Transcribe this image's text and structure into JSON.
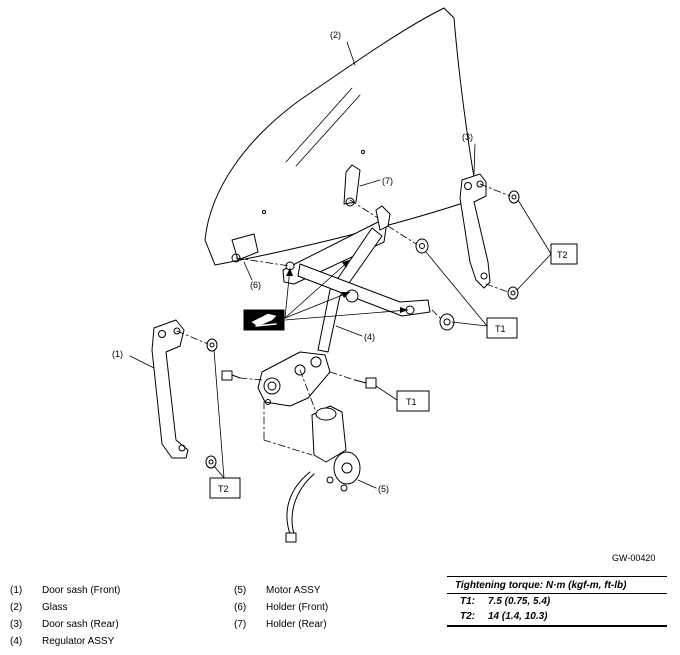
{
  "figure": {
    "code": "GW-00420",
    "callouts": {
      "c1": "(1)",
      "c2": "(2)",
      "c3": "(3)",
      "c4": "(4)",
      "c5": "(5)",
      "c6": "(6)",
      "c7": "(7)"
    },
    "torque_tags": {
      "t1_upper": "T1",
      "t1_lower": "T1",
      "t2_right": "T2",
      "t2_left": "T2"
    },
    "grease_icon": "grease-application-icon"
  },
  "legend": {
    "col1": [
      {
        "num": "(1)",
        "label": "Door sash (Front)"
      },
      {
        "num": "(2)",
        "label": "Glass"
      },
      {
        "num": "(3)",
        "label": "Door sash (Rear)"
      },
      {
        "num": "(4)",
        "label": "Regulator ASSY"
      }
    ],
    "col2": [
      {
        "num": "(5)",
        "label": "Motor ASSY"
      },
      {
        "num": "(6)",
        "label": "Holder (Front)"
      },
      {
        "num": "(7)",
        "label": "Holder (Rear)"
      }
    ]
  },
  "torque": {
    "heading": "Tightening torque: N·m (kgf-m, ft-lb)",
    "rows": [
      {
        "key": "T1:",
        "value": "7.5 (0.75, 5.4)"
      },
      {
        "key": "T2:",
        "value": "14 (1.4, 10.3)"
      }
    ]
  }
}
